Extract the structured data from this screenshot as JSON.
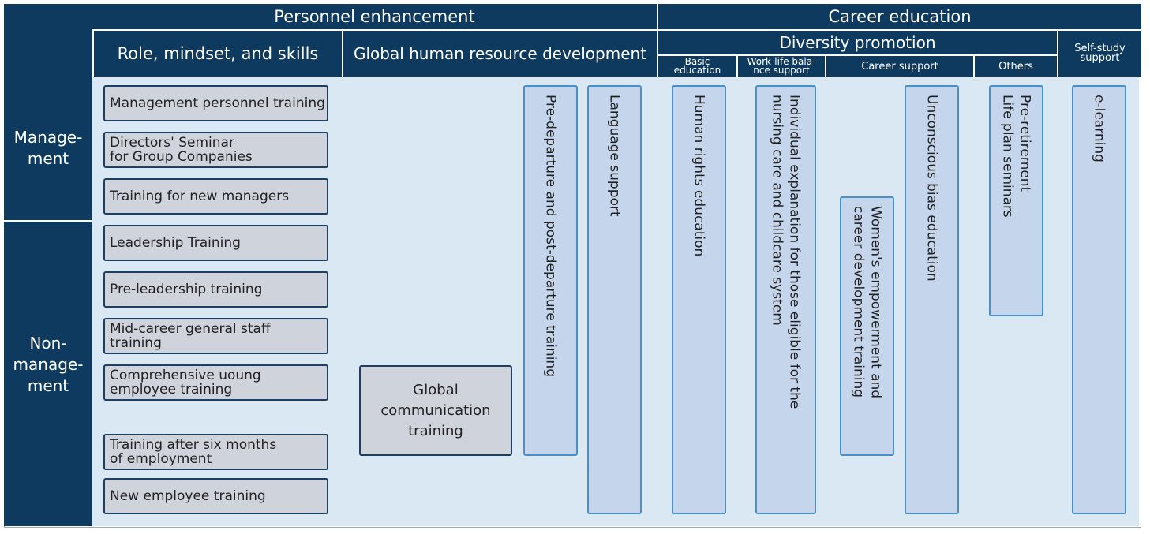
{
  "header": {
    "personnel_enhancement": "Personnel enhancement",
    "career_education": "Career education",
    "role_mindset_skills": "Role, mindset, and skills",
    "global_hr_development": "Global human resource development",
    "diversity_promotion": "Diversity promotion",
    "self_study_support": "Self-study\nsupport",
    "basic_education": "Basic\neducation",
    "work_life_balance": "Work-life bala-\nnce support",
    "career_support": "Career support",
    "others": "Others"
  },
  "rows": {
    "management": "Manage-\nment",
    "non_management": "Non-\nmanage-\nment"
  },
  "role_trainings": [
    "Management personnel training",
    "Directors' Seminar\nfor Group Companies",
    "Training for new managers",
    "Leadership Training",
    "Pre-leadership training",
    "Mid-career general staff\ntraining",
    "Comprehensive uoung\nemployee training",
    "Training after six months\nof employment",
    "New employee training"
  ],
  "global_communication": "Global\ncommunication\ntraining",
  "vertical_programs": {
    "pre_post_departure": "Pre-departure and post-departure training",
    "language_support": "Language support",
    "human_rights": "Human rights education",
    "individual_explanation": "Individual explanation for those eligible for the\nnursing care and childcare system",
    "womens_empowerment": "Women's empowerment and\ncareer development training",
    "unconscious_bias": "Unconscious bias education",
    "pre_retirement": "Pre-retirement\nLife plan seminars",
    "e_learning": "e-learning"
  },
  "colors": {
    "navy": "#0e3a5f",
    "panel": "#d9e8f3",
    "gray_box": "#cfd3dc",
    "blue_box": "#c5d5ec",
    "blue_border": "#4a8fc8"
  }
}
